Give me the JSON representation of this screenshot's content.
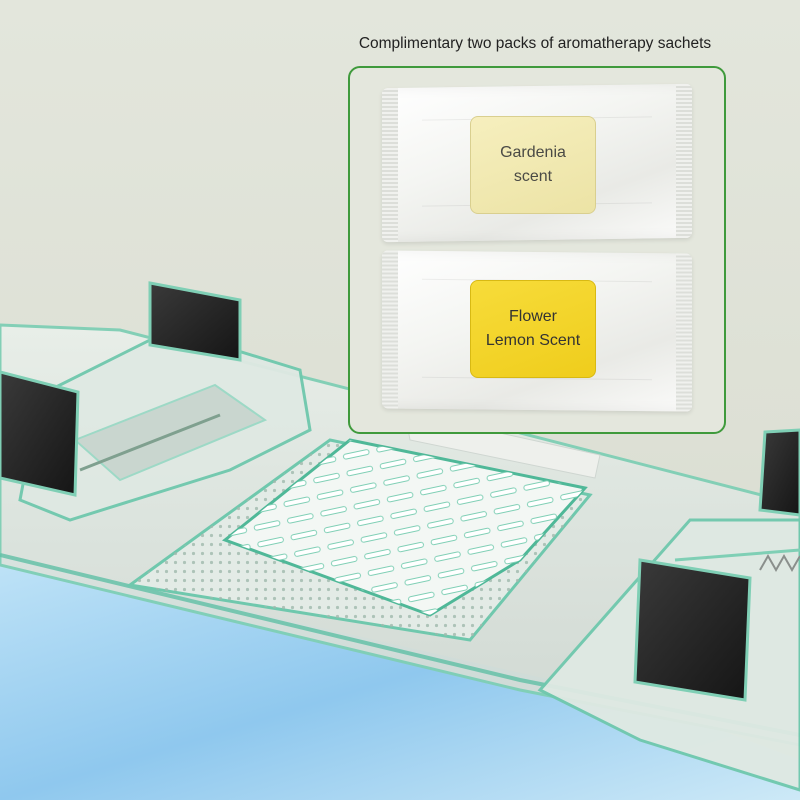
{
  "caption": "Complimentary two packs of aromatherapy sachets",
  "sachets": [
    {
      "line1": "Gardenia",
      "line2": "scent"
    },
    {
      "line1": "Flower",
      "line2": "Lemon Scent"
    }
  ],
  "colors": {
    "frame": "#3f9a3c",
    "gardenia_label": "#f2eab4",
    "lemon_label": "#f3d42a",
    "tray_green": "#5fbfa5",
    "clip_black": "#232323",
    "glass_blue": "#8fc8ee"
  }
}
